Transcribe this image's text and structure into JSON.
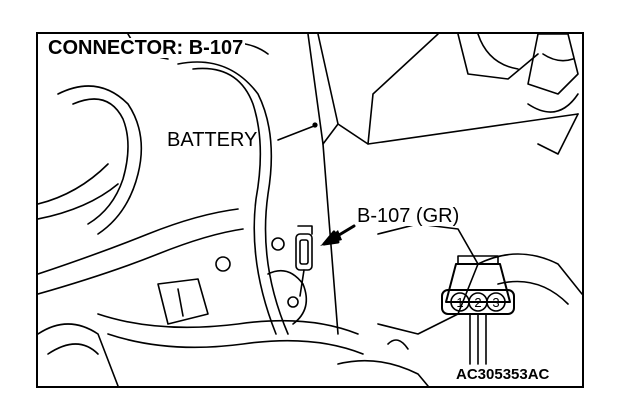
{
  "diagram": {
    "title": "CONNECTOR: B-107",
    "labels": {
      "battery": "BATTERY",
      "connector": "B-107 (GR)"
    },
    "connector_pins": [
      "1",
      "2",
      "3"
    ],
    "figure_code": "AC305353AC",
    "colors": {
      "line": "#000000",
      "background": "#ffffff"
    }
  }
}
